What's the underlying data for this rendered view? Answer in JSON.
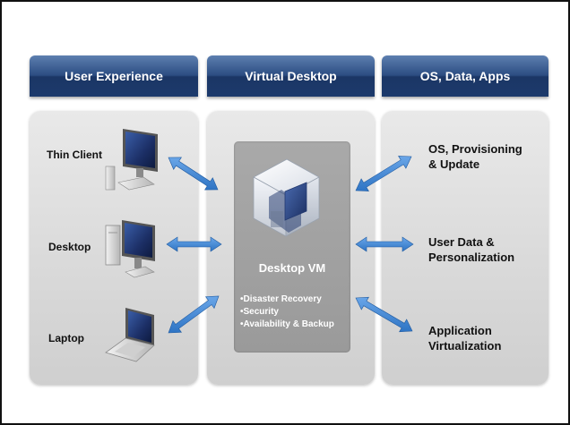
{
  "headers": {
    "user_experience": "User Experience",
    "virtual_desktop": "Virtual Desktop",
    "os_data_apps": "OS, Data, Apps"
  },
  "devices": {
    "thin_client": "Thin Client",
    "desktop": "Desktop",
    "laptop": "Laptop"
  },
  "vm": {
    "title": "Desktop VM",
    "features": [
      "Disaster Recovery",
      "Security",
      "Availability & Backup"
    ]
  },
  "services": {
    "provisioning": [
      "OS, Provisioning",
      "& Update"
    ],
    "user_data": [
      "User Data &",
      "Personalization"
    ],
    "app_virt": [
      "Application",
      "Virtualization"
    ]
  },
  "colors": {
    "header_dark": "#1b3665",
    "header_light": "#5d7fb0",
    "arrow": "#2e74c4",
    "column_bg": "#dadada",
    "vm_panel": "#a3a3a3"
  },
  "icons": {
    "thin_client": "thin-client-icon",
    "desktop": "desktop-tower-icon",
    "laptop": "laptop-icon",
    "vm": "vm-cube-icon"
  }
}
